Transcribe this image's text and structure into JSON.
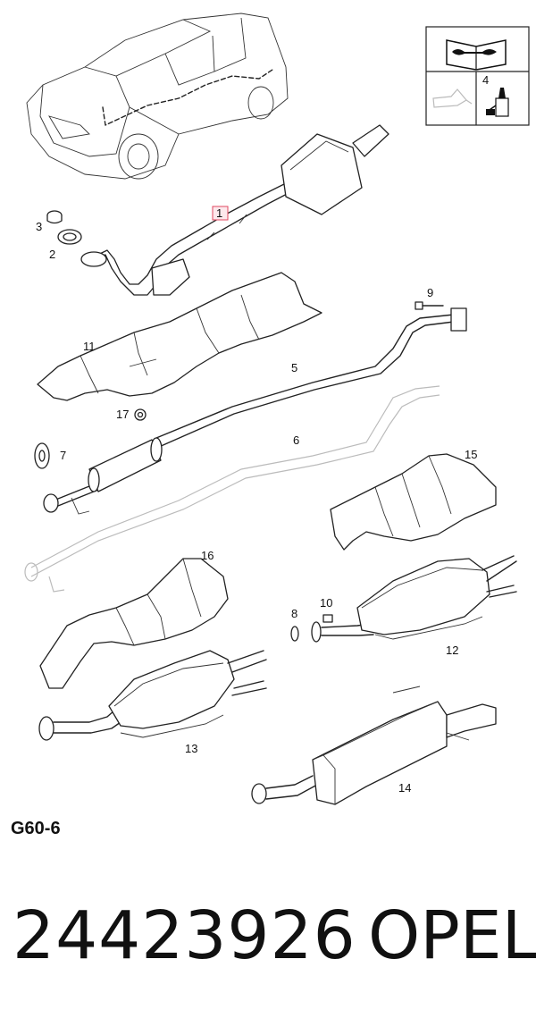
{
  "diagram_code": "G60-6",
  "part_number": "24423926",
  "brand": "OPEL",
  "callouts": {
    "c1": "1",
    "c2": "2",
    "c3": "3",
    "c4": "4",
    "c5": "5",
    "c6": "6",
    "c7": "7",
    "c8": "8",
    "c9": "9",
    "c10": "10",
    "c11": "11",
    "c12": "12",
    "c13": "13",
    "c14": "14",
    "c15": "15",
    "c16": "16",
    "c17": "17"
  },
  "colors": {
    "highlight_border": "#e0475f",
    "highlight_fill": "#fde8ec",
    "line": "#222222"
  },
  "icons": [
    "car-outline-icon",
    "repair-manual-icon",
    "oil-can-icon",
    "sealant-tube-icon"
  ]
}
